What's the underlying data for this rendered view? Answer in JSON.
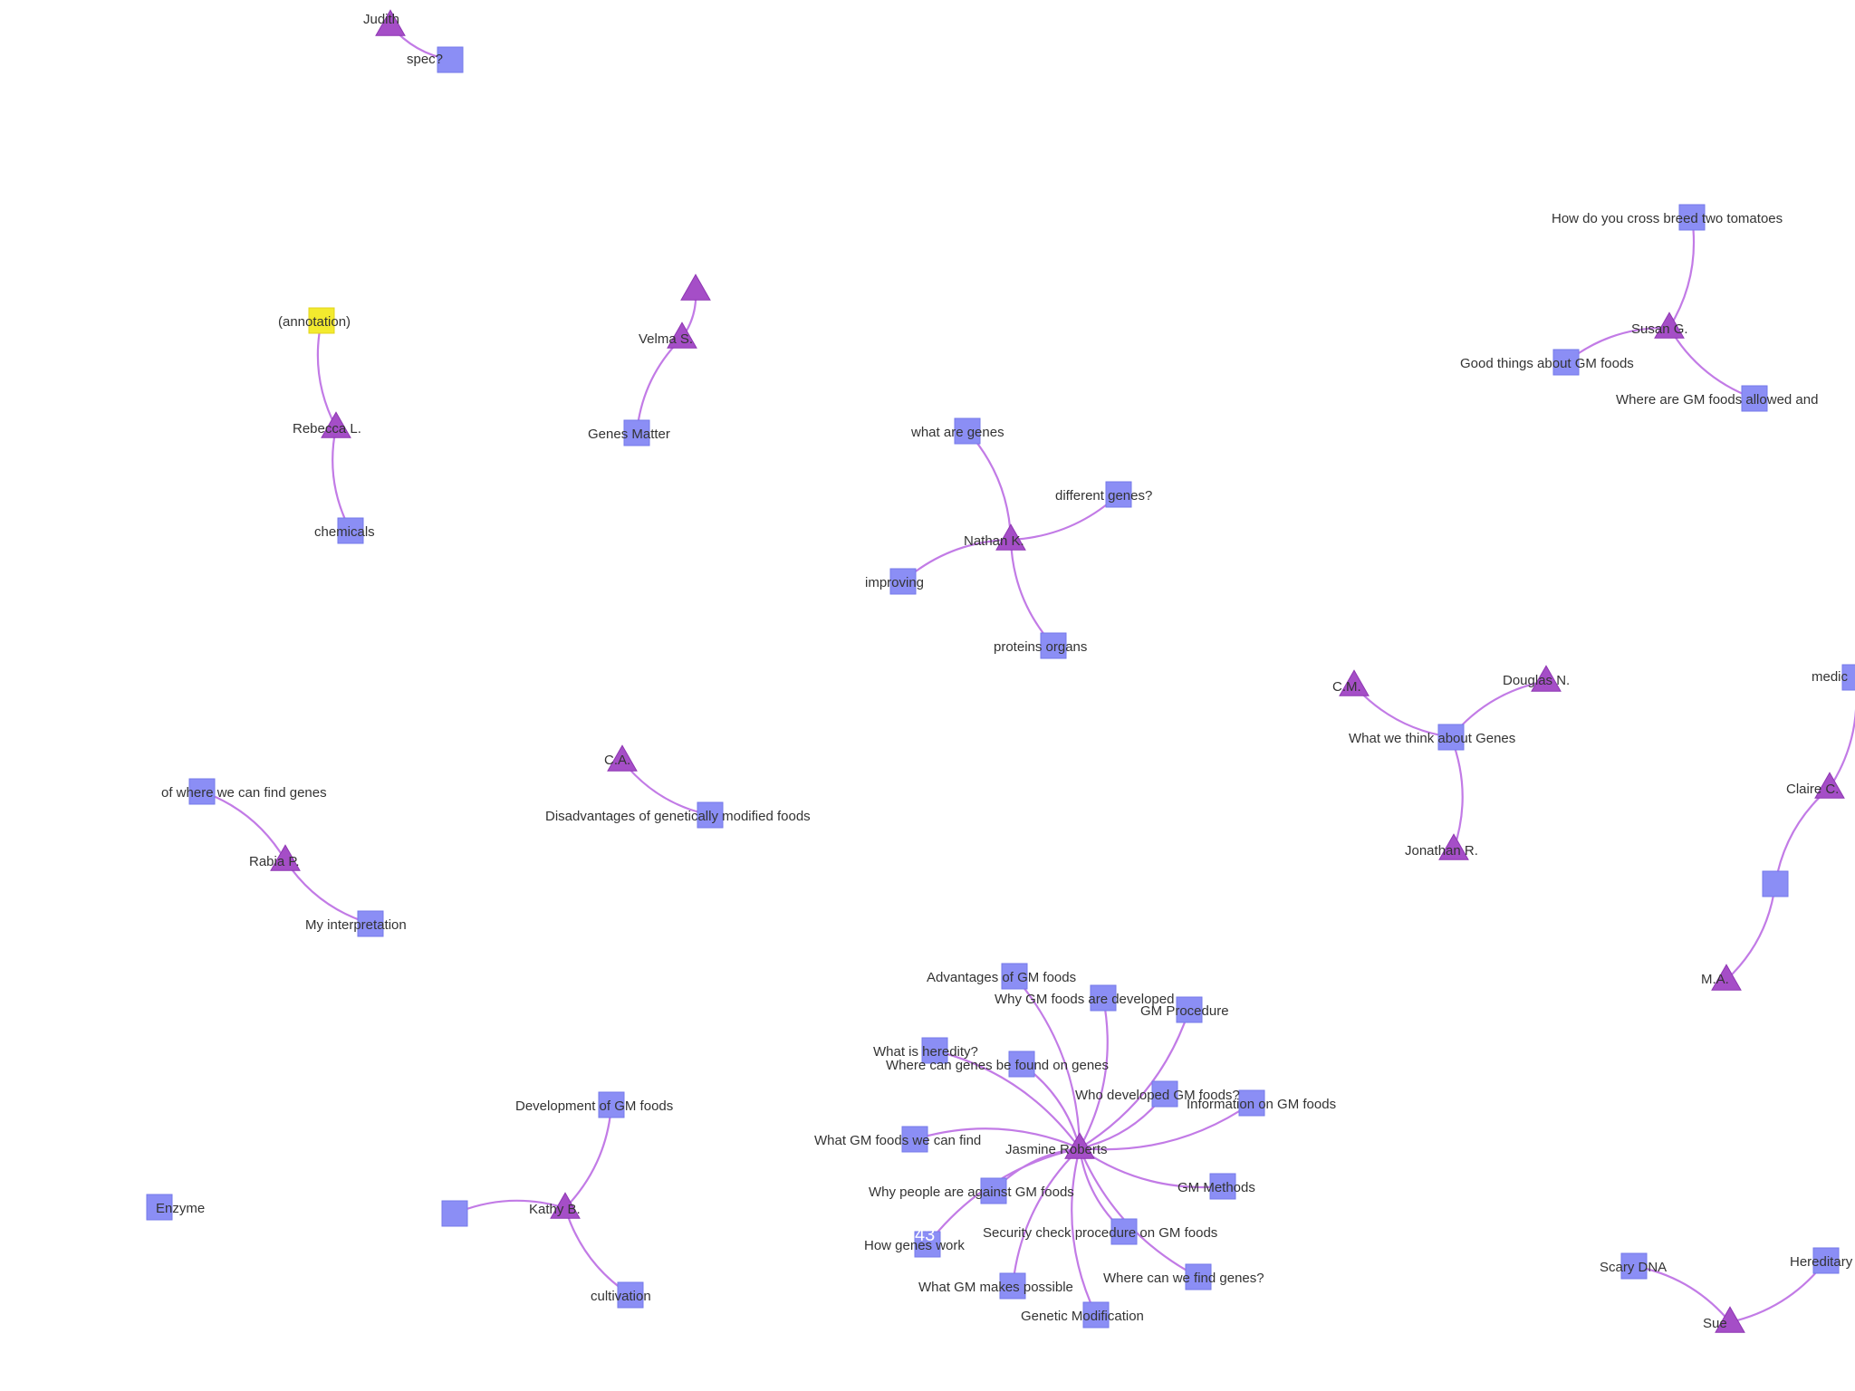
{
  "colors": {
    "background": "#ffffff",
    "person_node": "#a54ec7",
    "topic_node": "#8b8ef5",
    "annotation_node": "#f3ea2e",
    "edge": "#c27be6"
  },
  "node_shapes": {
    "person": "triangle",
    "topic": "square"
  },
  "overlay": {
    "counter": "43"
  },
  "people": [
    {
      "id": "p_jud",
      "label": "Judith"
    },
    {
      "id": "p_rebecca",
      "label": "Rebecca L."
    },
    {
      "id": "p_velma",
      "label": "Velma S."
    },
    {
      "id": "p_nathan",
      "label": "Nathan K."
    },
    {
      "id": "p_susan",
      "label": "Susan G."
    },
    {
      "id": "p_cm1",
      "label": "C.M."
    },
    {
      "id": "p_douglas",
      "label": "Douglas N."
    },
    {
      "id": "p_jonathan",
      "label": "Jonathan R."
    },
    {
      "id": "p_ca",
      "label": "C.A."
    },
    {
      "id": "p_rabia",
      "label": "Rabia P."
    },
    {
      "id": "p_claire",
      "label": "Claire C."
    },
    {
      "id": "p_ma",
      "label": "M.A."
    },
    {
      "id": "p_kathy",
      "label": "Kathy B."
    },
    {
      "id": "p_jasmine",
      "label": "Jasmine Roberts"
    },
    {
      "id": "p_sue",
      "label": "Sue"
    },
    {
      "id": "p_edge_top",
      "label": ""
    }
  ],
  "topics": [
    {
      "id": "t_spec",
      "label": "spec?"
    },
    {
      "id": "t_annotation",
      "label": "(annotation)",
      "kind": "annotation"
    },
    {
      "id": "t_chemicals",
      "label": "chemicals"
    },
    {
      "id": "t_genes_matter",
      "label": "Genes Matter"
    },
    {
      "id": "t_what_are_genes",
      "label": "what are genes"
    },
    {
      "id": "t_different_genes",
      "label": "different genes?"
    },
    {
      "id": "t_improving",
      "label": "improving"
    },
    {
      "id": "t_proteins",
      "label": "proteins organs"
    },
    {
      "id": "t_cross_breed",
      "label": "How do you cross breed two tomatoes"
    },
    {
      "id": "t_good_things",
      "label": "Good things about GM foods"
    },
    {
      "id": "t_where_allowed",
      "label": "Where are GM foods allowed and"
    },
    {
      "id": "t_what_we_think",
      "label": "What we think about Genes"
    },
    {
      "id": "t_where_find_genes",
      "label": "of where we can find genes"
    },
    {
      "id": "t_interpretation",
      "label": "My interpretation"
    },
    {
      "id": "t_disadvantages",
      "label": "Disadvantages of genetically modified foods"
    },
    {
      "id": "t_medic",
      "label": "medic"
    },
    {
      "id": "t_claire_ma",
      "label": ""
    },
    {
      "id": "t_advantages",
      "label": "Advantages of GM foods"
    },
    {
      "id": "t_why_developed",
      "label": "Why GM foods are developed"
    },
    {
      "id": "t_gm_procedure",
      "label": "GM Procedure"
    },
    {
      "id": "t_what_is_heredity",
      "label": "What is heredity?"
    },
    {
      "id": "t_where_found_genes",
      "label": "Where can genes be found on genes"
    },
    {
      "id": "t_who_developed",
      "label": "Who developed GM foods?"
    },
    {
      "id": "t_information",
      "label": "Information on GM foods"
    },
    {
      "id": "t_what_gm_foods",
      "label": "What GM foods we can find"
    },
    {
      "id": "t_why_against",
      "label": "Why people are against GM foods"
    },
    {
      "id": "t_gm_methods",
      "label": "GM Methods"
    },
    {
      "id": "t_security",
      "label": "Security check procedure on GM foods"
    },
    {
      "id": "t_how_genes_work",
      "label": "How genes work"
    },
    {
      "id": "t_where_find_q",
      "label": "Where can we find genes?"
    },
    {
      "id": "t_what_gm_makes",
      "label": "What GM makes possible"
    },
    {
      "id": "t_genetic_mod",
      "label": "Genetic Modification"
    },
    {
      "id": "t_development",
      "label": "Development of GM foods"
    },
    {
      "id": "t_kathy_square",
      "label": ""
    },
    {
      "id": "t_cultivation",
      "label": "cultivation"
    },
    {
      "id": "t_enzyme",
      "label": "Enzyme"
    },
    {
      "id": "t_scary_dna",
      "label": "Scary DNA"
    },
    {
      "id": "t_hereditary",
      "label": "Hereditary"
    }
  ]
}
